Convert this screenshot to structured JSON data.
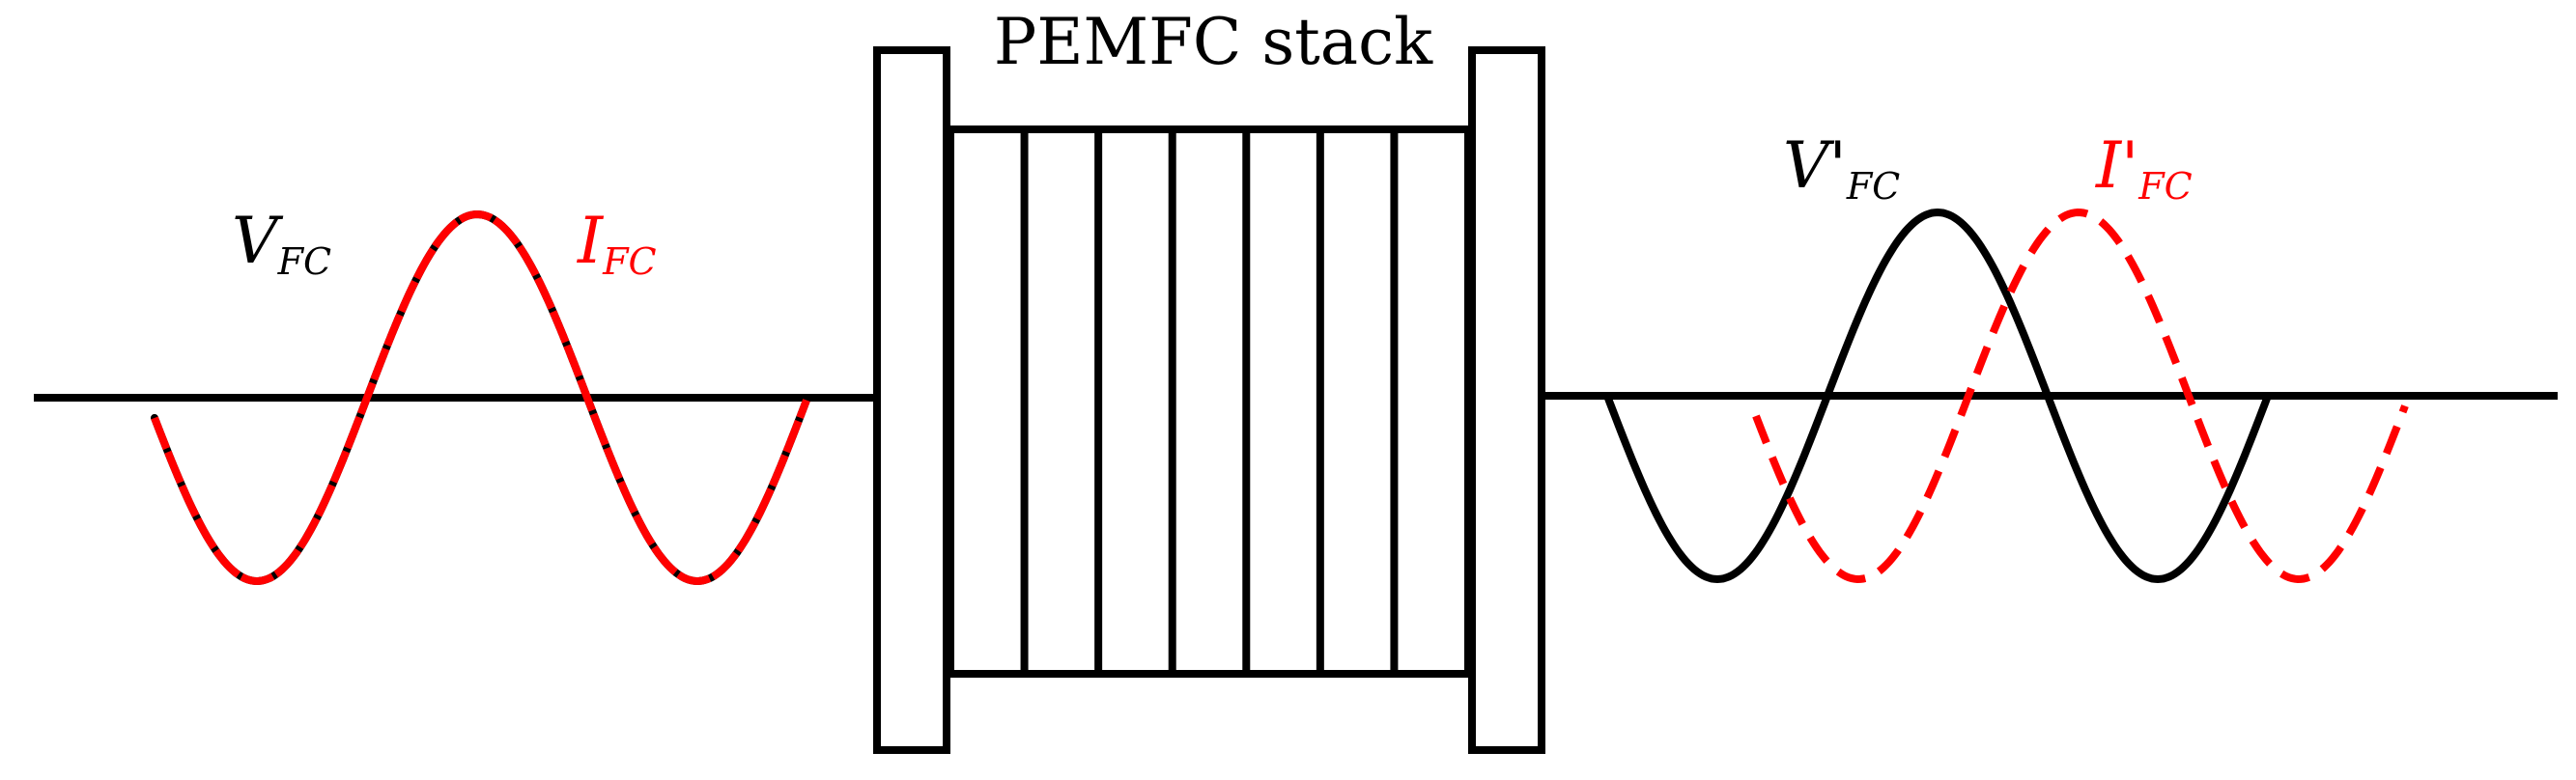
{
  "title": "PEMFC stack",
  "labels": {
    "v_fc": {
      "symbol": "V",
      "subscript": "FC"
    },
    "i_fc": {
      "symbol": "I",
      "subscript": "FC"
    },
    "v_fc_prime": {
      "symbol": "V'",
      "subscript": "FC"
    },
    "i_fc_prime": {
      "symbol": "I'",
      "subscript": "FC"
    }
  },
  "colors": {
    "line": "#000000",
    "current": "#ff0000",
    "background": "#ffffff"
  },
  "stack": {
    "cell_count": 7
  }
}
